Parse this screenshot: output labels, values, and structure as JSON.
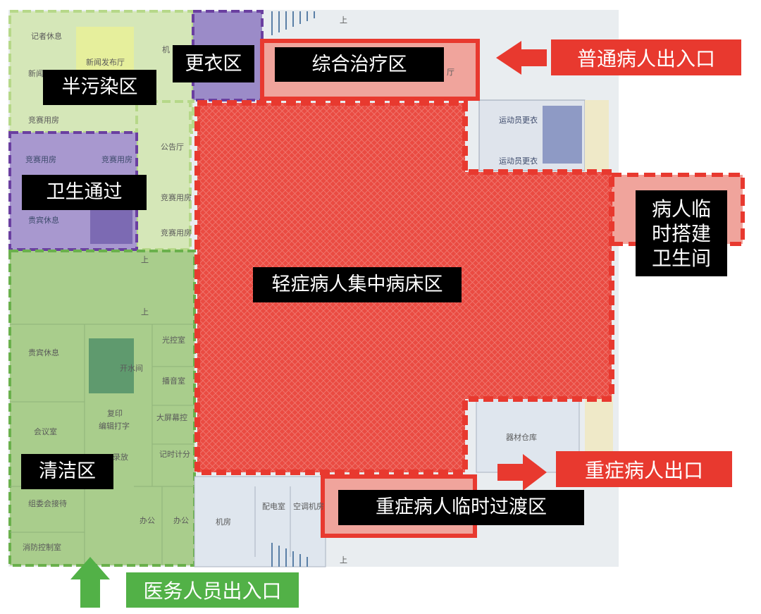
{
  "zones": {
    "semi_contaminated": "半污染区",
    "changing": "更衣区",
    "comprehensive_treatment": "综合治疗区",
    "sanitation_passage": "卫生通过",
    "clean": "清洁区",
    "mild_ward": "轻症病人集中病床区",
    "temp_toilet_lines": [
      "病人临",
      "时搭建",
      "卫生间"
    ],
    "severe_transition": "重症病人临时过渡区"
  },
  "entrances": {
    "general_patient": "普通病人出入口",
    "severe_exit": "重症病人出口",
    "medical_staff": "医务人员出入口"
  },
  "rooms": {
    "reporter_rest": "记者休息",
    "news_release": "新闻发布厅",
    "news_partial": "新闻",
    "machine": "机",
    "competition_room": "竞赛用房",
    "announcement_hall": "公告厅",
    "competition_room_short": "竞赛用房",
    "vip_rest": "贵宾休息",
    "light_control": "光控室",
    "water_room": "开水间",
    "broadcast": "播音室",
    "copy": "复印",
    "edit_print": "编辑打字",
    "big_screen": "大屏幕控",
    "recording": "录放",
    "timing": "记时计分",
    "meeting": "会议室",
    "org_committee": "组委会接待",
    "fire_control": "消防控制室",
    "office": "办公",
    "machine_room": "机房",
    "distribution": "配电室",
    "ac_room": "空调机房",
    "equipment_storage": "器材仓库",
    "athlete_changing": "运动员更衣",
    "up": "上",
    "hall_partial": "厅"
  },
  "colors": {
    "red_zone": "#e8392f",
    "light_red_zone": "#f0a49c",
    "green_zone": "#b9d69a",
    "green_border": "#6ab04c",
    "light_green_border": "#b6d889",
    "purple_zone": "#8c7bbf",
    "purple_border": "#6a3fa0",
    "entry_green": "#52b147"
  }
}
